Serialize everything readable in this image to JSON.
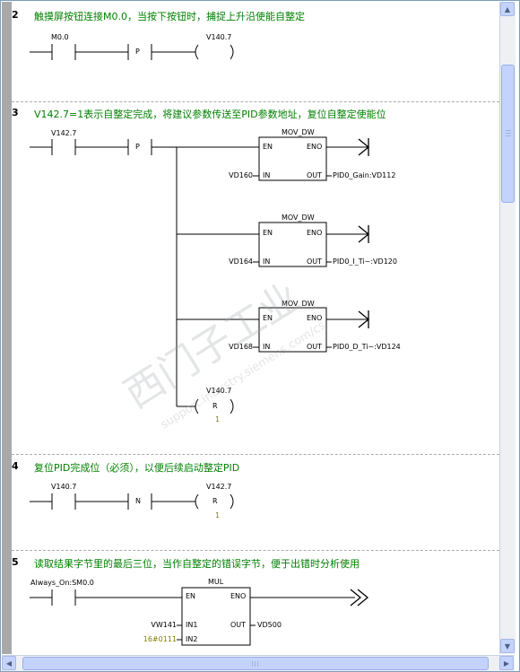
{
  "networks": [
    {
      "number": "2",
      "comment": "触摸屏按钮连接M0.0，当按下按钮时，捕捉上升沿使能自整定",
      "contact": "M0.0",
      "edge": "P",
      "coil": "V140.7"
    },
    {
      "number": "3",
      "comment": "V142.7=1表示自整定完成，将建议参数传送至PID参数地址，复位自整定使能位",
      "contact": "V142.7",
      "edge": "P",
      "blocks": [
        {
          "title": "MOV_DW",
          "en": "EN",
          "eno": "ENO",
          "in_label": "IN",
          "out_label": "OUT",
          "in_operand": "VD160",
          "out_operand": "PID0_Gain:VD112"
        },
        {
          "title": "MOV_DW",
          "en": "EN",
          "eno": "ENO",
          "in_label": "IN",
          "out_label": "OUT",
          "in_operand": "VD164",
          "out_operand": "PID0_I_Ti~:VD120"
        },
        {
          "title": "MOV_DW",
          "en": "EN",
          "eno": "ENO",
          "in_label": "IN",
          "out_label": "OUT",
          "in_operand": "VD168",
          "out_operand": "PID0_D_Ti~:VD124"
        }
      ],
      "coil": "V140.7",
      "coil_type": "R",
      "coil_param": "1"
    },
    {
      "number": "4",
      "comment": "复位PID完成位（必须），以便后续启动整定PID",
      "contact": "V140.7",
      "edge": "N",
      "coil": "V142.7",
      "coil_type": "R",
      "coil_param": "1"
    },
    {
      "number": "5",
      "comment": "读取结果字节里的最后三位，当作自整定的错误字节，便于出错时分析使用",
      "contact": "Always_On:SM0.0",
      "block": {
        "title": "MUL",
        "en": "EN",
        "eno": "ENO",
        "in1_label": "IN1",
        "in2_label": "IN2",
        "out_label": "OUT",
        "in1_operand": "VW141",
        "in2_operand": "16#0111",
        "out_operand": "VD500"
      }
    }
  ],
  "colors": {
    "comment": "#008000",
    "parameter": "#808000",
    "scrollbar": "#c3d3fd"
  },
  "watermark": {
    "line1": "西门子工业",
    "line2": "support.industry.siemens.com/cs"
  }
}
